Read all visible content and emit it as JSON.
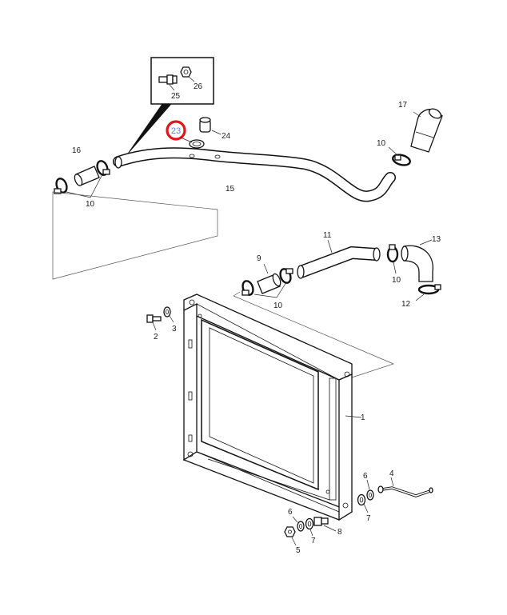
{
  "highlight": {
    "label": "23",
    "ring_color": "#e0161b",
    "text_color": "#5a86c4"
  },
  "labels": {
    "p1": "1",
    "p2": "2",
    "p3": "3",
    "p4": "4",
    "p5": "5",
    "p6a": "6",
    "p6b": "6",
    "p7a": "7",
    "p7b": "7",
    "p8": "8",
    "p9": "9",
    "p10a": "10",
    "p10b": "10",
    "p10c": "10",
    "p10d": "10",
    "p11": "11",
    "p12": "12",
    "p13": "13",
    "p15": "15",
    "p16": "16",
    "p17": "17",
    "p24": "24",
    "p25": "25",
    "p26": "26"
  }
}
